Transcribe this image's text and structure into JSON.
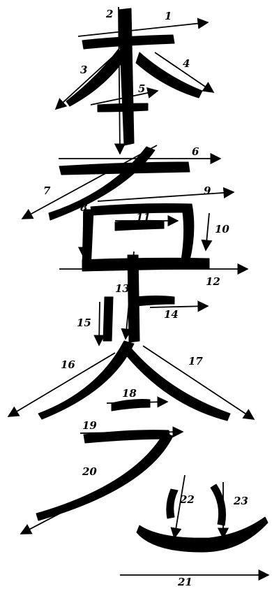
{
  "diagram": {
    "stroke_color": "#000000",
    "background": "#ffffff",
    "numbers": [
      "1",
      "2",
      "3",
      "4",
      "5",
      "6",
      "7",
      "8",
      "9",
      "10",
      "11",
      "12",
      "13",
      "14",
      "15",
      "16",
      "17",
      "18",
      "19",
      "20",
      "21",
      "22",
      "23"
    ]
  }
}
